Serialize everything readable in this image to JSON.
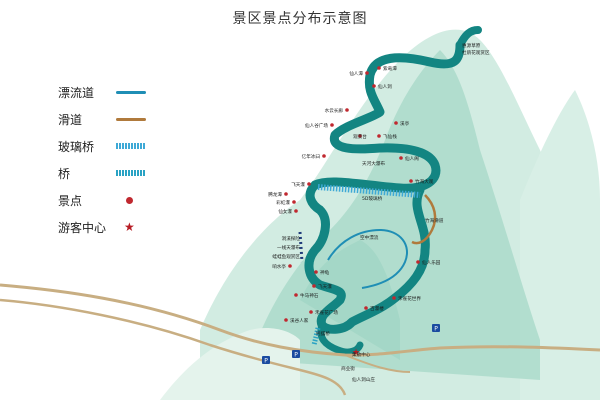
{
  "title": "景区景点分布示意图",
  "colors": {
    "rafting": "#1f8eb5",
    "slide": "#b07a3c",
    "glass_bridge": "#3ea9d6",
    "bridge": "#2aa3c4",
    "scenic": "#c0282f",
    "visitor": "#b71c24",
    "river": "#138582",
    "mountain": "#bfe5d8",
    "road": "#c8ae82"
  },
  "legend": [
    {
      "id": "rafting",
      "label": "漂流道",
      "icon": "line-icon"
    },
    {
      "id": "slide",
      "label": "滑道",
      "icon": "line-icon"
    },
    {
      "id": "glass_bridge",
      "label": "玻璃桥",
      "icon": "striped-line-icon"
    },
    {
      "id": "bridge",
      "label": "桥",
      "icon": "striped-line-icon"
    },
    {
      "id": "scenic",
      "label": "景点",
      "icon": "dot-icon"
    },
    {
      "id": "visitor",
      "label": "游客中心",
      "icon": "star-icon"
    }
  ],
  "places": [
    {
      "name": "惠源草原",
      "type": "label"
    },
    {
      "name": "杜鹃花观赏区",
      "type": "label"
    },
    {
      "name": "紫竜潭",
      "type": "scenic"
    },
    {
      "name": "仙人潭",
      "type": "scenic"
    },
    {
      "name": "仙人洞",
      "type": "scenic"
    },
    {
      "name": "水云长廊",
      "type": "scenic"
    },
    {
      "name": "仙人谷广场",
      "type": "scenic"
    },
    {
      "name": "溪亭",
      "type": "scenic"
    },
    {
      "name": "观景台",
      "type": "scenic"
    },
    {
      "name": "飞仙栈",
      "type": "scenic"
    },
    {
      "name": "亿年冰臼",
      "type": "scenic"
    },
    {
      "name": "天河大瀑布",
      "type": "label"
    },
    {
      "name": "仙人阁",
      "type": "scenic"
    },
    {
      "name": "竹海大观",
      "type": "scenic"
    },
    {
      "name": "飞天瀑",
      "type": "scenic"
    },
    {
      "name": "腾龙潭",
      "type": "scenic"
    },
    {
      "name": "彩虹瀑",
      "type": "scenic"
    },
    {
      "name": "仙女瀑",
      "type": "scenic"
    },
    {
      "name": "5D玻璃桥",
      "type": "label"
    },
    {
      "name": "竹海滑道",
      "type": "label"
    },
    {
      "name": "空中漂流",
      "type": "label"
    },
    {
      "name": "洞溪探险",
      "type": "label"
    },
    {
      "name": "一线天瀑布",
      "type": "label"
    },
    {
      "name": "蛙蛙鱼观赏区",
      "type": "label"
    },
    {
      "name": "响水亭",
      "type": "scenic"
    },
    {
      "name": "神龟",
      "type": "scenic"
    },
    {
      "name": "仙人乐园",
      "type": "scenic"
    },
    {
      "name": "飞天瀑",
      "type": "scenic"
    },
    {
      "name": "牛马神石",
      "type": "scenic"
    },
    {
      "name": "禾雀花世界",
      "type": "scenic"
    },
    {
      "name": "百瀑楼",
      "type": "scenic"
    },
    {
      "name": "禾雀花广场",
      "type": "scenic"
    },
    {
      "name": "溪谷人家",
      "type": "scenic"
    },
    {
      "name": "摇摆桥",
      "type": "label"
    },
    {
      "name": "集散中心",
      "type": "visitor"
    },
    {
      "name": "商业街",
      "type": "label"
    },
    {
      "name": "仙人洞山庄",
      "type": "label"
    }
  ],
  "parking_label": "P"
}
